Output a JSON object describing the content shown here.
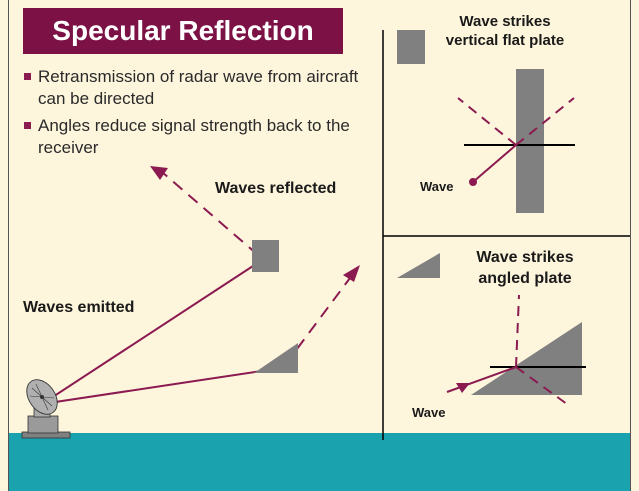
{
  "title": "Specular Reflection",
  "bullets": [
    "Retransmission of radar wave from aircraft can be directed",
    "Angles reduce signal strength back to the receiver"
  ],
  "labels": {
    "waves_reflected": "Waves reflected",
    "waves_emitted": "Waves emitted",
    "flat_plate_title_1": "Wave strikes",
    "flat_plate_title_2": "vertical flat plate",
    "angled_plate_title_1": "Wave strikes",
    "angled_plate_title_2": "angled plate",
    "wave_flat": "Wave",
    "wave_angled": "Wave"
  },
  "colors": {
    "background": "#fdf5dc",
    "title_bg": "#7b1145",
    "wave_line": "#8b1a50",
    "plate": "#808080",
    "ground": "#1aa3ae"
  },
  "icons": {
    "radar": "radar-dish-icon"
  }
}
